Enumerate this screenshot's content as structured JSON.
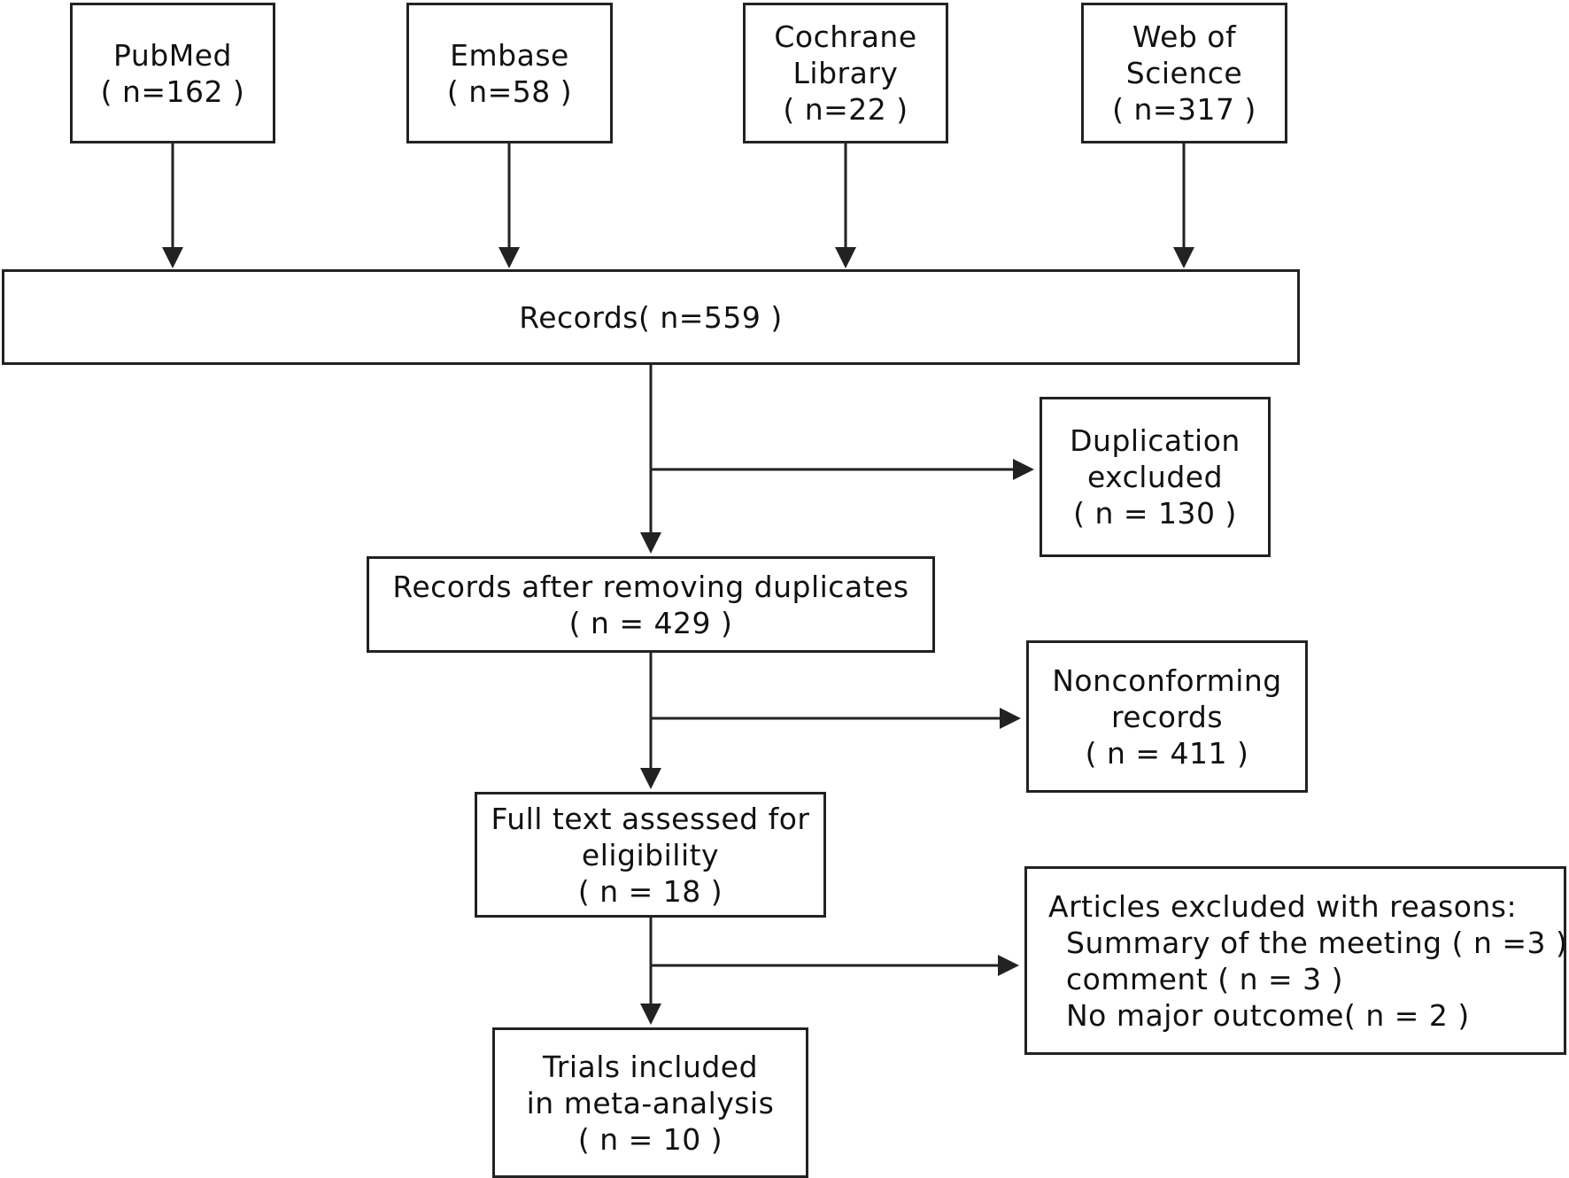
{
  "sources": [
    {
      "id": "pubmed",
      "lines": [
        "PubMed",
        "( n=162 )"
      ]
    },
    {
      "id": "embase",
      "lines": [
        "Embase",
        "( n=58 )"
      ]
    },
    {
      "id": "cochrane",
      "lines": [
        "Cochrane",
        "Library",
        "( n=22 )"
      ]
    },
    {
      "id": "wos",
      "lines": [
        "Web of",
        "Science",
        "( n=317 )"
      ]
    }
  ],
  "records": {
    "lines": [
      "Records( n=559 )"
    ]
  },
  "duplication": {
    "lines": [
      "Duplication",
      "excluded",
      "( n = 130 )"
    ]
  },
  "after_duplicates": {
    "lines": [
      "Records after removing duplicates",
      "( n = 429 )"
    ]
  },
  "nonconforming": {
    "lines": [
      "Nonconforming",
      "records",
      "( n = 411 )"
    ]
  },
  "full_text": {
    "lines": [
      "Full text assessed for",
      "eligibility",
      "( n = 18 )"
    ]
  },
  "excluded_reasons": {
    "heading": "Articles excluded with reasons:",
    "items": [
      "Summary of the meeting ( n =3 )",
      "comment ( n = 3 )",
      "No major outcome( n = 2 )"
    ]
  },
  "included": {
    "lines": [
      "Trials included",
      "in meta-analysis",
      "( n = 10 )"
    ]
  }
}
